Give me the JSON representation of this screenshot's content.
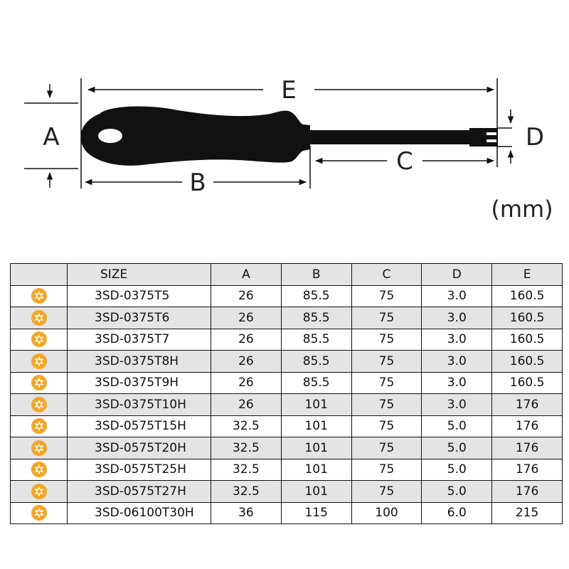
{
  "diagram": {
    "labels": {
      "a": "A",
      "b": "B",
      "c": "C",
      "d": "D",
      "e": "E"
    },
    "unit": "(mm)"
  },
  "table": {
    "headers": [
      "",
      "SIZE",
      "A",
      "B",
      "C",
      "D",
      "E"
    ],
    "icon": "torx-bit-icon",
    "icon_color": "#f5a623",
    "rows": [
      [
        "3SD-0375T5",
        "26",
        "85.5",
        "75",
        "3.0",
        "160.5"
      ],
      [
        "3SD-0375T6",
        "26",
        "85.5",
        "75",
        "3.0",
        "160.5"
      ],
      [
        "3SD-0375T7",
        "26",
        "85.5",
        "75",
        "3.0",
        "160.5"
      ],
      [
        "3SD-0375T8H",
        "26",
        "85.5",
        "75",
        "3.0",
        "160.5"
      ],
      [
        "3SD-0375T9H",
        "26",
        "85.5",
        "75",
        "3.0",
        "160.5"
      ],
      [
        "3SD-0375T10H",
        "26",
        "101",
        "75",
        "3.0",
        "176"
      ],
      [
        "3SD-0575T15H",
        "32.5",
        "101",
        "75",
        "5.0",
        "176"
      ],
      [
        "3SD-0575T20H",
        "32.5",
        "101",
        "75",
        "5.0",
        "176"
      ],
      [
        "3SD-0575T25H",
        "32.5",
        "101",
        "75",
        "5.0",
        "176"
      ],
      [
        "3SD-0575T27H",
        "32.5",
        "101",
        "75",
        "5.0",
        "176"
      ],
      [
        "3SD-06100T30H",
        "36",
        "115",
        "100",
        "6.0",
        "215"
      ]
    ]
  }
}
